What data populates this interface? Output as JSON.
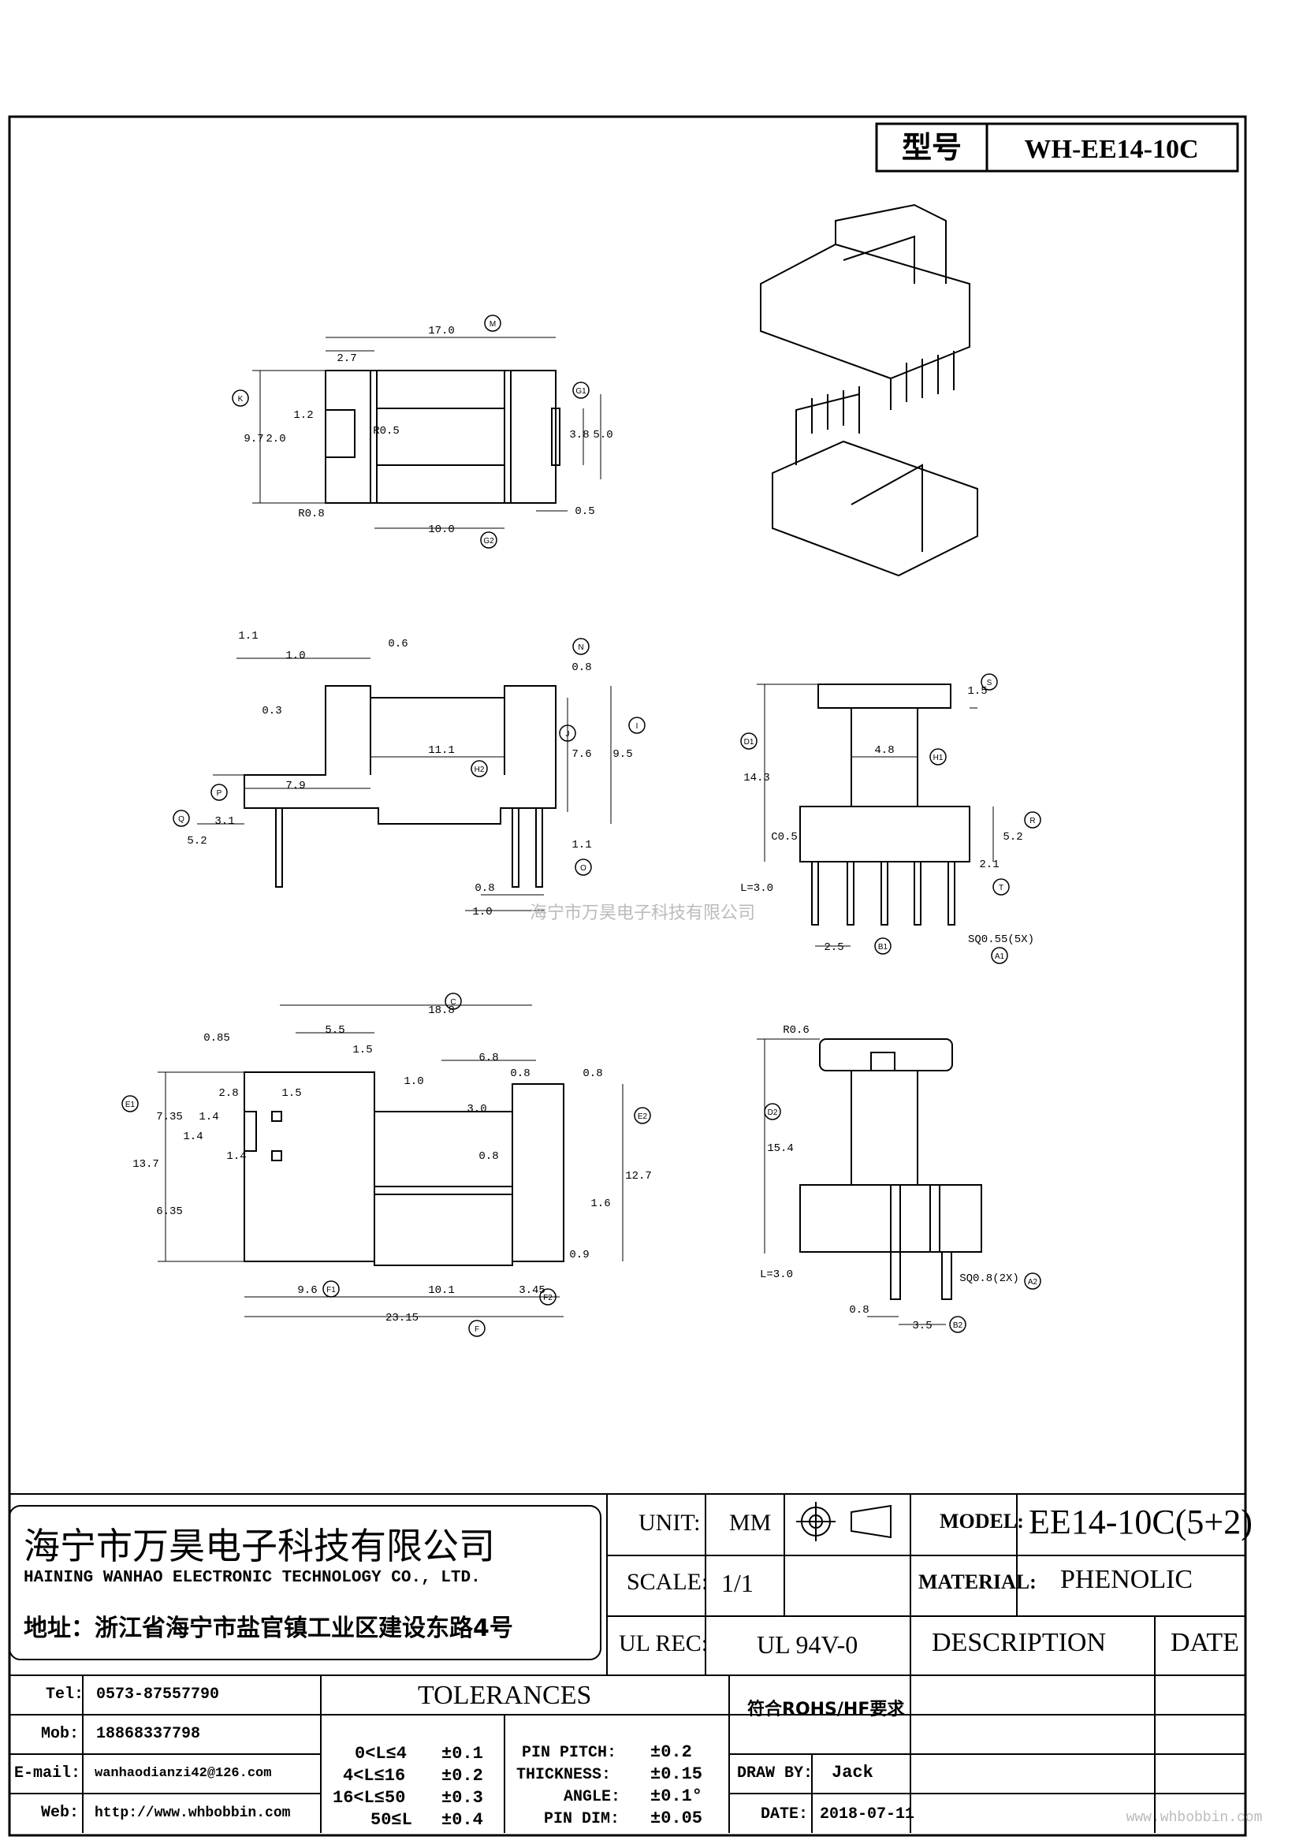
{
  "header": {
    "model_label": "型号",
    "model_value": "WH-EE14-10C"
  },
  "watermark": "海宁市万昊电子科技有限公司",
  "website_mark": "www.whbobbin.com",
  "company": {
    "name_cn": "海宁市万昊电子科技有限公司",
    "name_en": "HAINING WANHAO ELECTRONIC TECHNOLOGY CO., LTD.",
    "address": "地址：浙江省海宁市盐官镇工业区建设东路4号"
  },
  "contact": [
    {
      "label": "Tel:",
      "value": "0573-87557790"
    },
    {
      "label": "Mob:",
      "value": "18868337798"
    },
    {
      "label": "E-mail:",
      "value": "wanhaodianzi42@126.com"
    },
    {
      "label": "Web:",
      "value": "http://www.whbobbin.com"
    }
  ],
  "specs": {
    "unit_label": "UNIT:",
    "unit_value": "MM",
    "scale_label": "SCALE:",
    "scale_value": "1/1",
    "ulrec_label": "UL REC:",
    "ulrec_value": "UL 94V-0",
    "model_label": "MODEL:",
    "model_value": "EE14-10C(5+2)",
    "material_label": "MATERIAL:",
    "material_value": "PHENOLIC",
    "description_label": "DESCRIPTION",
    "date_header": "DATE",
    "rohs": "符合ROHS/HF要求",
    "drawby_label": "DRAW BY:",
    "drawby_value": "Jack",
    "date_label": "DATE:",
    "date_value": "2018-07-11"
  },
  "tolerances": {
    "title": "TOLERANCES",
    "ranges": [
      {
        "range": "0<L≤4",
        "tol": "±0.1"
      },
      {
        "range": "4<L≤16",
        "tol": "±0.2"
      },
      {
        "range": "16<L≤50",
        "tol": "±0.3"
      },
      {
        "range": "50≤L",
        "tol": "±0.4"
      }
    ],
    "others": [
      {
        "label": "PIN PITCH:",
        "tol": "±0.2"
      },
      {
        "label": "THICKNESS:",
        "tol": "±0.15"
      },
      {
        "label": "ANGLE:",
        "tol": "±0.1°"
      },
      {
        "label": "PIN DIM:",
        "tol": "±0.05"
      }
    ]
  },
  "dims": {
    "top": {
      "M": "17.0",
      "d27": "2.7",
      "K": "9.7",
      "d12": "1.2",
      "d20": "2.0",
      "r05": "R0.5",
      "r08": "R0.8",
      "G1": "3.8",
      "d50": "5.0",
      "G2": "10.0",
      "d05": "0.5"
    },
    "front": {
      "d11": "1.1",
      "d10": "1.0",
      "d06": "0.6",
      "d03": "0.3",
      "N": "0.8",
      "J": "7.6",
      "I": "9.5",
      "H2": "11.1",
      "P": "7.9",
      "Q": "5.2",
      "d31": "3.1",
      "O": "1.1",
      "d08": "0.8",
      "d10b": "1.0"
    },
    "side": {
      "S": "1.5",
      "D1": "14.3",
      "H1": "4.8",
      "c05": "C0.5",
      "R": "5.2",
      "T": "2.1",
      "L": "L=3.0",
      "B1": "2.5",
      "A1": "SQ0.55(5X)"
    },
    "bottom": {
      "C": "18.8",
      "d085": "0.85",
      "d55": "5.5",
      "d15": "1.5",
      "d68": "6.8",
      "d15b": "1.5",
      "d28": "2.8",
      "d10": "1.0",
      "d735": "7.35",
      "d14a": "1.4",
      "d14b": "1.4",
      "d14c": "1.4",
      "E1": "13.7",
      "d635": "6.35",
      "d08a": "0.8",
      "d08b": "0.8",
      "d30": "3.0",
      "d08c": "0.8",
      "E2": "12.7",
      "d16": "1.6",
      "d09": "0.9",
      "F1": "9.6",
      "d101": "10.1",
      "F2": "3.45",
      "F": "23.15"
    },
    "end": {
      "r06": "R0.6",
      "D2": "15.4",
      "L": "L=3.0",
      "A2": "SQ0.8(2X)",
      "d08": "0.8",
      "B2": "3.5"
    }
  }
}
